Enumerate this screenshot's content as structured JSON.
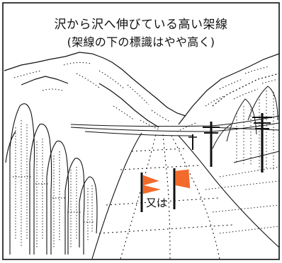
{
  "caption": {
    "line1": "沢から沢へ伸びている高い架線",
    "line2": "(架線の下の標識はやや高く)"
  },
  "sign_alternatives": {
    "label": "又は"
  },
  "colors": {
    "ink": "#111111",
    "flag": "#f26b2a",
    "background": "#ffffff"
  },
  "icons": {
    "triangular_flag": "triangle-flag-icon",
    "rectangular_flag": "rect-flag-icon"
  }
}
